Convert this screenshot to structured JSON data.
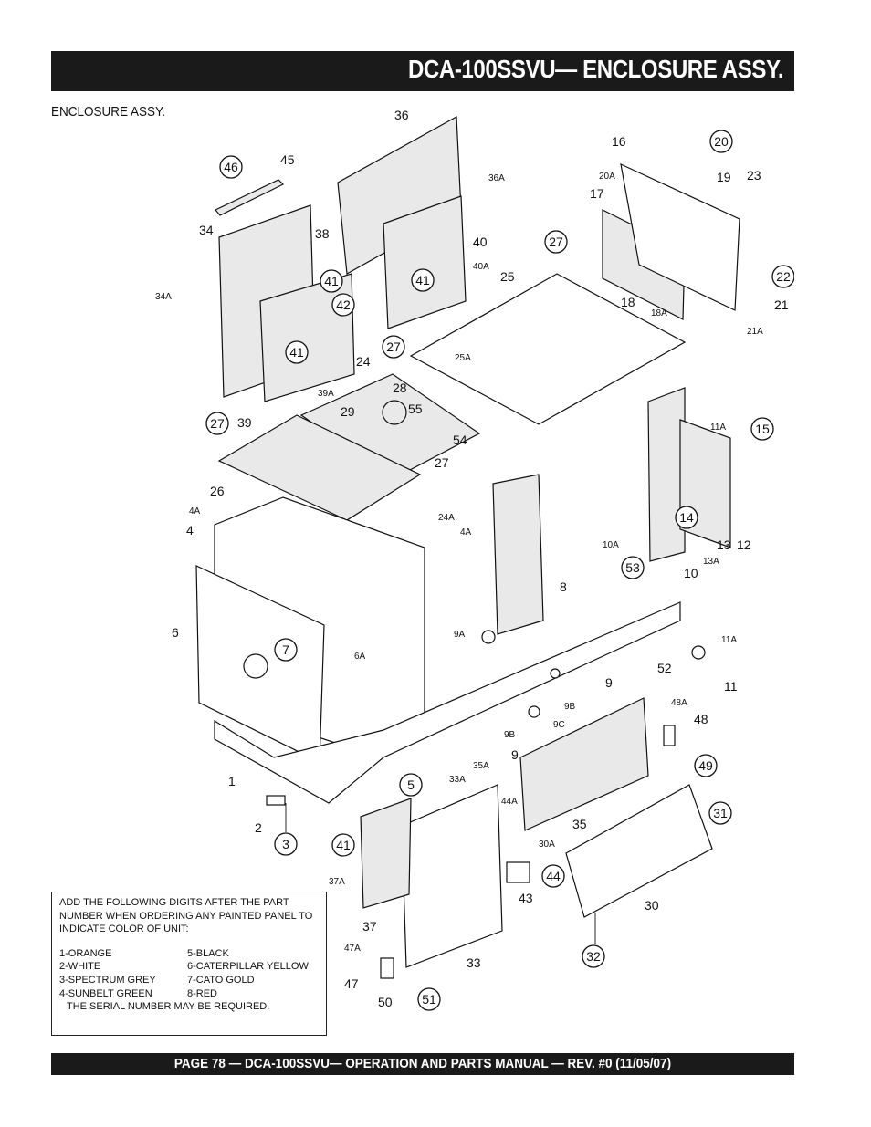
{
  "header": {
    "title": "DCA-100SSVU— ENCLOSURE ASSY."
  },
  "subtitle": "ENCLOSURE ASSY.",
  "note": {
    "intro": "ADD THE FOLLOWING DIGITS AFTER THE PART NUMBER WHEN ORDERING ANY PAINTED PANEL TO INDICATE COLOR OF UNIT:",
    "colors": [
      "1-ORANGE",
      "5-BLACK",
      "2-WHITE",
      "6-CATERPILLAR YELLOW",
      "3-SPECTRUM GREY",
      "7-CATO GOLD",
      "4-SUNBELT GREEN",
      "8-RED"
    ],
    "serial": "THE SERIAL NUMBER MAY BE REQUIRED."
  },
  "footer": {
    "text": "PAGE 78 — DCA-100SSVU— OPERATION AND PARTS MANUAL — REV. #0 (11/05/07)"
  },
  "callouts": {
    "c46": "46",
    "c45": "45",
    "c34": "34",
    "c34A": "34A",
    "c38": "38",
    "c41a": "41",
    "c42": "42",
    "c41b": "41",
    "c39A": "39A",
    "c39": "39",
    "c36": "36",
    "c36A": "36A",
    "c40": "40",
    "c40A": "40A",
    "c41c": "41",
    "c16": "16",
    "c20": "20",
    "c19": "19",
    "c23": "23",
    "c20A": "20A",
    "c17": "17",
    "c27a": "27",
    "c25": "25",
    "c22": "22",
    "c21": "21",
    "c21A": "21A",
    "c18": "18",
    "c18A": "18A",
    "c27b": "27",
    "c24": "24",
    "c28": "28",
    "c25A": "25A",
    "c29": "29",
    "c55": "55",
    "c54": "54",
    "c27c": "27",
    "c27d": "27",
    "c26": "26",
    "c11A": "11A",
    "c15": "15",
    "c4A": "4A",
    "c4": "4",
    "c24A": "24A",
    "c4Ab": "4A",
    "c14": "14",
    "c13": "13",
    "c12": "12",
    "c13A": "13A",
    "c10A": "10A",
    "c10": "10",
    "c53": "53",
    "c8": "8",
    "c6": "6",
    "c7": "7",
    "c6A": "6A",
    "c9A": "9A",
    "c11Ab": "11A",
    "c52": "52",
    "c11": "11",
    "c9": "9",
    "c9B": "9B",
    "c9C": "9C",
    "c9Bb": "9B",
    "c48A": "48A",
    "c48": "48",
    "c49": "49",
    "c9b": "9",
    "c35A": "35A",
    "c1": "1",
    "c5": "5",
    "c33A": "33A",
    "c44A": "44A",
    "c31": "31",
    "c35": "35",
    "c2": "2",
    "c3": "3",
    "c41d": "41",
    "c30A": "30A",
    "c37A": "37A",
    "c44": "44",
    "c43": "43",
    "c30": "30",
    "c37": "37",
    "c47A": "47A",
    "c32": "32",
    "c33": "33",
    "c47": "47",
    "c50": "50",
    "c51": "51"
  }
}
